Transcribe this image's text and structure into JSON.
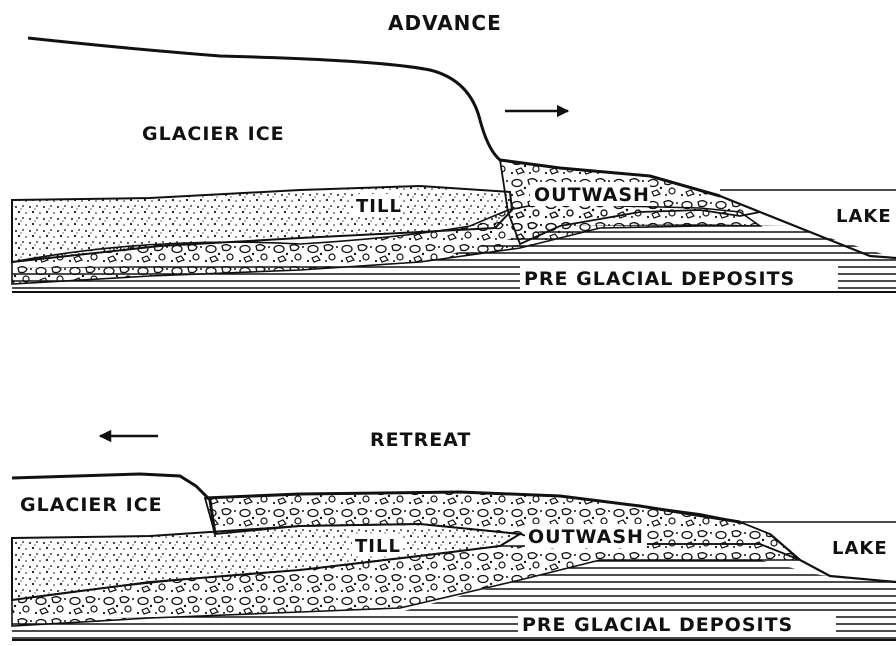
{
  "panels": {
    "advance": {
      "title": "ADVANCE",
      "glacier_label": "GLACIER ICE",
      "till_label": "TILL",
      "outwash_label": "OUTWASH",
      "lake_label": "LAKE",
      "deposits_label": "PRE GLACIAL DEPOSITS",
      "arrow_direction": "right"
    },
    "retreat": {
      "title": "RETREAT",
      "glacier_label": "GLACIER ICE",
      "till_label": "TILL",
      "outwash_label": "OUTWASH",
      "lake_label": "LAKE",
      "deposits_label": "PRE GLACIAL DEPOSITS",
      "arrow_direction": "left"
    }
  },
  "colors": {
    "ink": "#111111",
    "paper": "#ffffff"
  }
}
